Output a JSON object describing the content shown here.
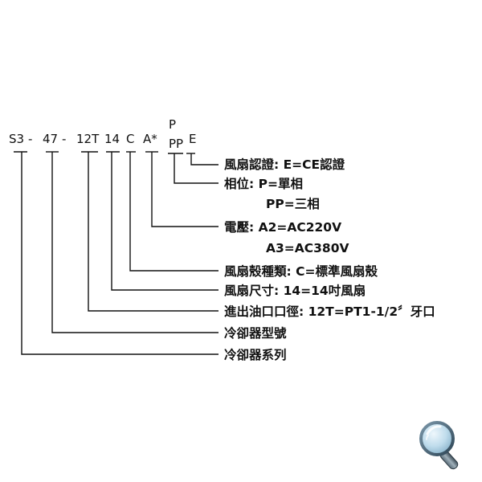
{
  "codes": {
    "series": "S3",
    "dash1": "-",
    "model": "47",
    "dash2": "-",
    "port": "12T",
    "fan_size": "14",
    "housing": "C",
    "voltage": "A*",
    "phase_top": "P",
    "phase_bottom": "PP",
    "cert": "E"
  },
  "descriptions": {
    "cert": "風扇認證: E=CE認證",
    "phase_label": "相位: P=單相",
    "phase_alt": "PP=三相",
    "voltage_label": "電壓: A2=AC220V",
    "voltage_alt": "A3=AC380V",
    "housing": "風扇殼種類: C=標準風扇殼",
    "fan_size": "風扇尺寸: 14=14吋風扇",
    "port": "進出油口口徑: 12T=PT1-1/2〞牙口",
    "model": "冷卻器型號",
    "series": "冷卻器系列"
  },
  "icons": {
    "zoom": "magnifier-icon"
  },
  "colors": {
    "text": "#111111",
    "line": "#111111",
    "background": "#ffffff"
  }
}
